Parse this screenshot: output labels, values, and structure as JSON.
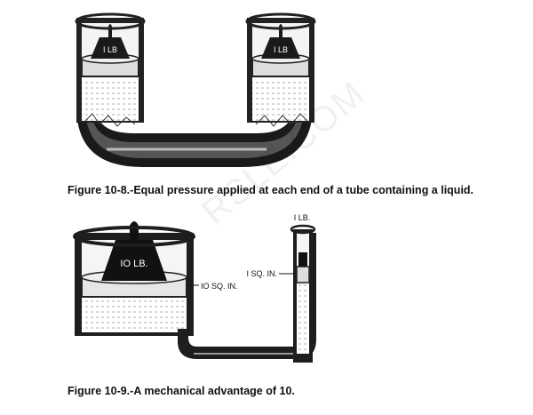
{
  "figure_8": {
    "caption": "Figure 10-8.-Equal pressure applied at each end of a tube containing a liquid.",
    "left_weight_label": "I LB",
    "right_weight_label": "I LB"
  },
  "figure_9": {
    "caption": "Figure 10-9.-A mechanical advantage of 10.",
    "big_weight_label": "IO LB.",
    "small_weight_label": "I LB.",
    "big_area_label": "IO SQ. IN.",
    "small_area_label": "I SQ. IN."
  },
  "watermark": "RSLE.COM"
}
